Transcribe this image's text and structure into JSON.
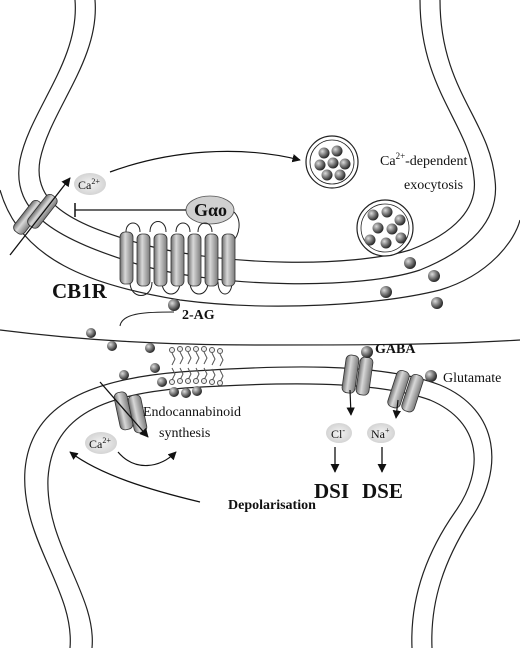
{
  "labels": {
    "ca_pre_base": "Ca",
    "ca_pre_sup": "2+",
    "ca_dep_line1_base": "Ca",
    "ca_dep_line1_sup": "2+",
    "ca_dep_line1_rest": "-dependent",
    "ca_dep_line2": "exocytosis",
    "galpha_o": "Gαo",
    "cb1r": "CB1R",
    "two_ag": "2-AG",
    "gaba": "GABA",
    "glutamate": "Glutamate",
    "endo_line1": "Endocannabinoid",
    "endo_line2": "synthesis",
    "ca_post_base": "Ca",
    "ca_post_sup": "2+",
    "cl_base": "Cl",
    "cl_sup": "-",
    "na_base": "Na",
    "na_sup": "+",
    "dsi": "DSI",
    "dse": "DSE",
    "depolarisation": "Depolarisation"
  }
}
